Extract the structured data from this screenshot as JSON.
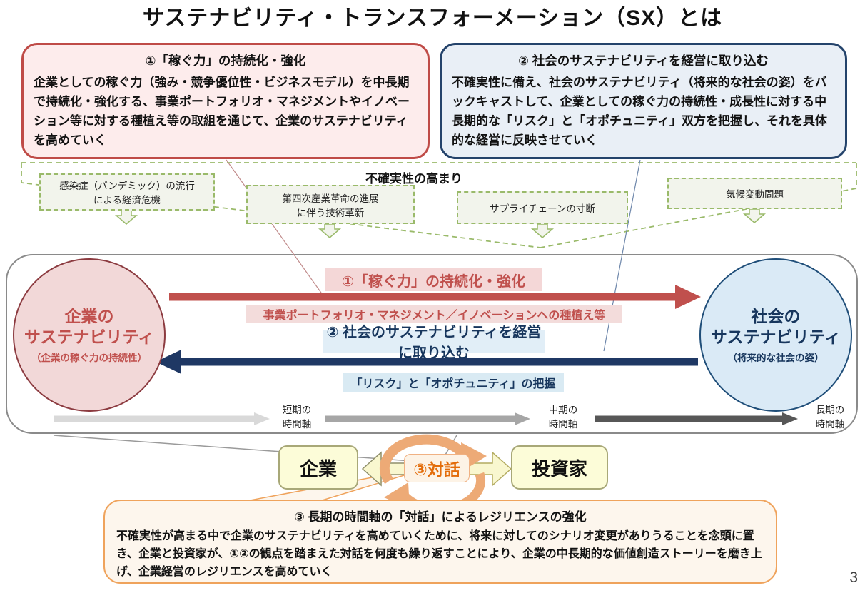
{
  "title": "サステナビリティ・トランスフォーメーション（SX）とは",
  "page_number": "3",
  "top_boxes": {
    "left": {
      "title": "①「稼ぐ力」の持続化・強化",
      "body": "企業としての稼ぐ力（強み・競争優位性・ビジネスモデル）を中長期で持続化・強化する、事業ポートフォリオ・マネジメントやイノベーション等に対する種植え等の取組を通じて、企業のサステナビリティを高めていく"
    },
    "right": {
      "title": "② 社会のサステナビリティを経営に取り込む",
      "body": "不確実性に備え、社会のサステナビリティ（将来的な社会の姿）をバックキャストして、企業としての稼ぐ力の持続性・成長性に対する中長期的な「リスク」と「オポチュニティ」双方を把握し、それを具体的な経営に反映させていく"
    }
  },
  "uncertainty": {
    "heading": "不確実性の高まり",
    "factors": [
      "感染症（パンデミック）の流行\nによる経済危機",
      "第四次産業革命の進展\nに伴う技術革新",
      "サプライチェーンの寸断",
      "気候変動問題"
    ]
  },
  "main_diagram": {
    "left_circle": {
      "line1": "企業の",
      "line2": "サステナビリティ",
      "sub": "（企業の稼ぐ力の持続性）"
    },
    "right_circle": {
      "line1": "社会の",
      "line2": "サステナビリティ",
      "sub": "（将来的な社会の姿）"
    },
    "arrow1_label": "①「稼ぐ力」の持続化・強化",
    "arrow1_sub": "事業ポートフォリオ・マネジメント／イノベーションへの種植え等",
    "arrow2_label": "② 社会のサステナビリティを経営に取り込む",
    "arrow2_sub": "「リスク」と「オポチュニティ」の把握",
    "time_axis": [
      "短期の\n時間軸",
      "中期の\n時間軸",
      "長期の\n時間軸"
    ]
  },
  "dialogue": {
    "company": "企業",
    "investor": "投資家",
    "label": "③対話"
  },
  "bottom_box": {
    "title": "③ 長期の時間軸の「対話」によるレジリエンスの強化",
    "body": "不確実性が高まる中で企業のサステナビリティを高めていくために、将来に対してのシナリオ変更がありうることを念頭に置き、企業と投資家が、①②の観点を踏まえた対話を何度も繰り返すことにより、企業の中長期的な価値創造ストーリーを磨き上げ、企業経営のレジリエンスを高めていく"
  },
  "colors": {
    "red_accent": "#c0504d",
    "navy_accent": "#1f3864",
    "green_dashed": "#9aba6a",
    "orange_accent": "#e36c0a",
    "time_arrow_short": "#d9d9d9",
    "time_arrow_mid": "#a6a6a6",
    "time_arrow_long": "#575757"
  }
}
